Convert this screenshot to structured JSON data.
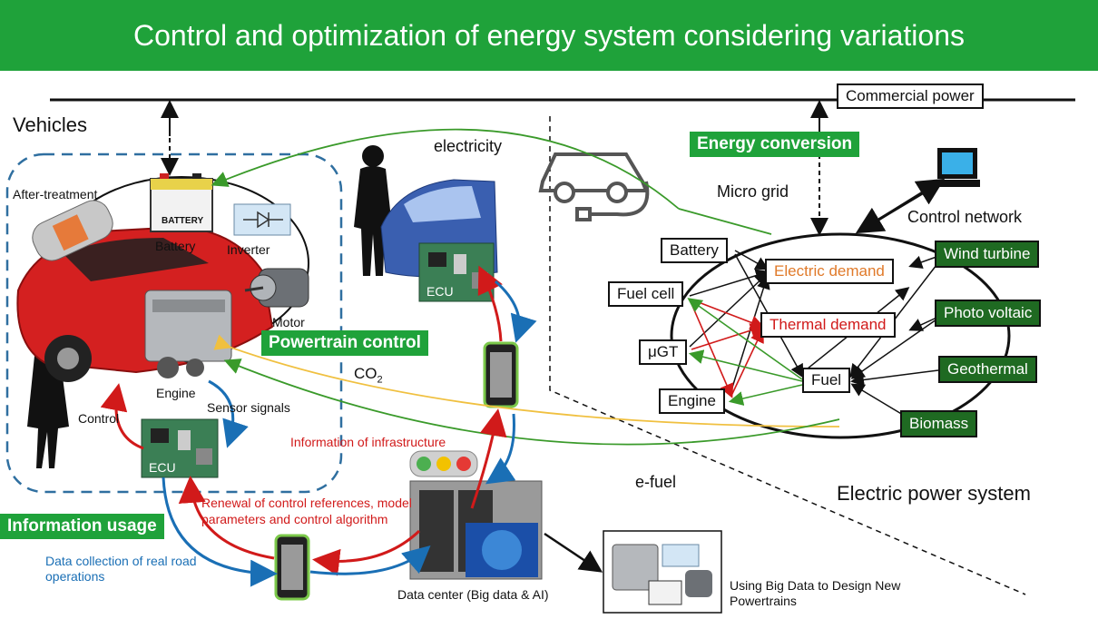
{
  "header": {
    "title": "Control and optimization of energy system considering variations"
  },
  "labels": {
    "commercial_power": "Commercial power",
    "vehicles": "Vehicles",
    "electricity": "electricity",
    "energy_conversion": "Energy conversion",
    "micro_grid": "Micro grid",
    "control_network": "Control network",
    "after_treatment": "After-treatment",
    "battery_vehicle": "Battery",
    "inverter": "Inverter",
    "motor": "Motor",
    "engine_vehicle": "Engine",
    "powertrain_control": "Powertrain control",
    "co2": "CO",
    "co2_sub": "2",
    "sensor_signals": "Sensor signals",
    "control": "Control",
    "ecu_1": "ECU",
    "ecu_2": "ECU",
    "info_infra": "Information of infrastructure",
    "renewal": "Renewal of control references, model parameters and control  algorithm",
    "information_usage": "Information usage",
    "data_collection": "Data collection of real road operations",
    "data_center": "Data center (Big data & AI)",
    "using_big_data": "Using Big Data to Design New Powertrains",
    "e_fuel": "e-fuel",
    "electric_power_system": "Electric power system",
    "battery_label": "BATTERY"
  },
  "grid": {
    "battery": "Battery",
    "fuel_cell": "Fuel cell",
    "ugt": "μGT",
    "engine": "Engine",
    "electric_demand": "Electric demand",
    "thermal_demand": "Thermal demand",
    "fuel": "Fuel",
    "wind_turbine": "Wind turbine",
    "photo_voltaic": "Photo voltaic",
    "geothermal": "Geothermal",
    "biomass": "Biomass"
  },
  "colors": {
    "header_green": "#1fa23a",
    "source_green": "#1f6a22",
    "arrow_red": "#d11a1a",
    "arrow_blue": "#1a6fb5",
    "arrow_green": "#3a9a2a",
    "arrow_yellow": "#f0d060",
    "demand_orange": "#e07a2a"
  }
}
